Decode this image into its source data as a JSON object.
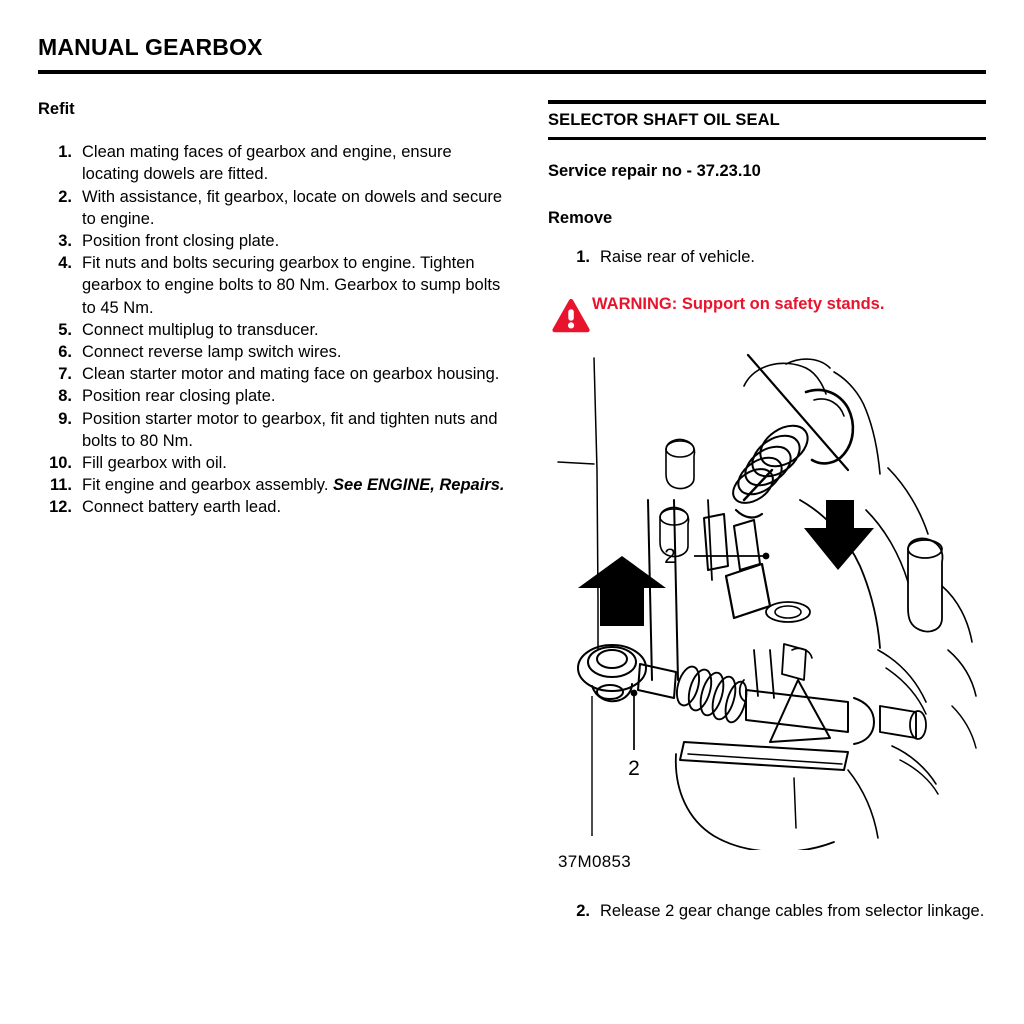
{
  "document": {
    "title": "MANUAL GEARBOX"
  },
  "colors": {
    "warning_red": "#e8142d",
    "ink": "#000000",
    "page_background": "#ffffff"
  },
  "left_column": {
    "heading": "Refit",
    "steps": [
      {
        "num": "1.",
        "text": "Clean mating faces of gearbox and engine, ensure locating dowels are fitted."
      },
      {
        "num": "2.",
        "text": "With assistance, fit gearbox, locate on dowels and secure to engine."
      },
      {
        "num": "3.",
        "text": "Position front closing plate."
      },
      {
        "num": "4.",
        "text": "Fit nuts and bolts securing gearbox to engine. Tighten gearbox to engine bolts to 80 Nm. Gearbox to sump bolts to 45 Nm."
      },
      {
        "num": "5.",
        "text": "Connect multiplug to transducer."
      },
      {
        "num": "6.",
        "text": "Connect reverse lamp switch wires."
      },
      {
        "num": "7.",
        "text": "Clean starter motor and mating face on gearbox housing."
      },
      {
        "num": "8.",
        "text": "Position rear closing plate."
      },
      {
        "num": "9.",
        "text": "Position starter motor to gearbox, fit and tighten nuts and bolts to 80 Nm."
      },
      {
        "num": "10.",
        "text": "Fill gearbox with oil."
      },
      {
        "num": "11.",
        "text": "Fit engine and gearbox assembly. ",
        "emphasis": "See ENGINE, Repairs."
      },
      {
        "num": "12.",
        "text": "Connect battery earth lead."
      }
    ]
  },
  "right_column": {
    "section_title": "SELECTOR SHAFT OIL SEAL",
    "service_repair_no": "Service repair no - 37.23.10",
    "procedure_heading": "Remove",
    "step_before_warning": {
      "num": "1.",
      "text": "Raise rear of vehicle."
    },
    "warning": {
      "icon": "warning-triangle-icon",
      "text": "WARNING: Support on safety stands."
    },
    "figure": {
      "caption": "37M0853",
      "callouts": [
        "2",
        "2"
      ],
      "arrows": [
        "arrow-up",
        "arrow-down"
      ]
    },
    "step_after_figure": {
      "num": "2.",
      "text": "Release 2 gear change cables from selector linkage."
    }
  }
}
